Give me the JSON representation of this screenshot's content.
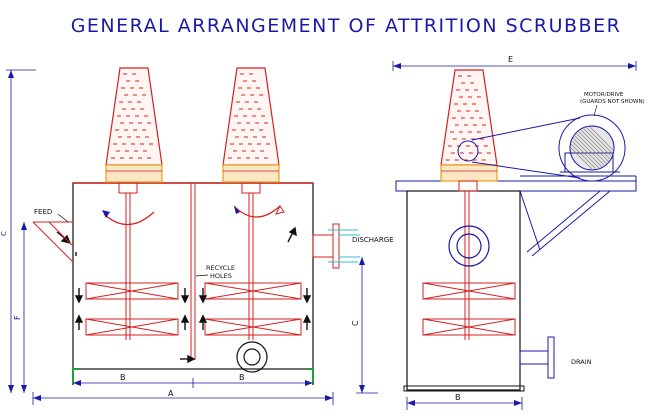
{
  "title": "GENERAL ARRANGEMENT OF ATTRITION SCRUBBER",
  "labels": {
    "feed": "FEED",
    "discharge": "DISCHARGE",
    "recycle1": "RECYCLE",
    "recycle2": "HOLES",
    "motor1": "MOTOR/DRIVE",
    "motor2": "(GUARDS NOT SHOWN)",
    "drain": "DRAIN"
  },
  "dims": {
    "a": "A",
    "b": "B",
    "c": "C",
    "e": "E",
    "f": "F"
  },
  "colors": {
    "blue": "#1a1aa6",
    "red": "#d42020",
    "black": "#111111",
    "green": "#1aa040",
    "orange": "#e8a020",
    "cyan": "#30c0d0"
  }
}
